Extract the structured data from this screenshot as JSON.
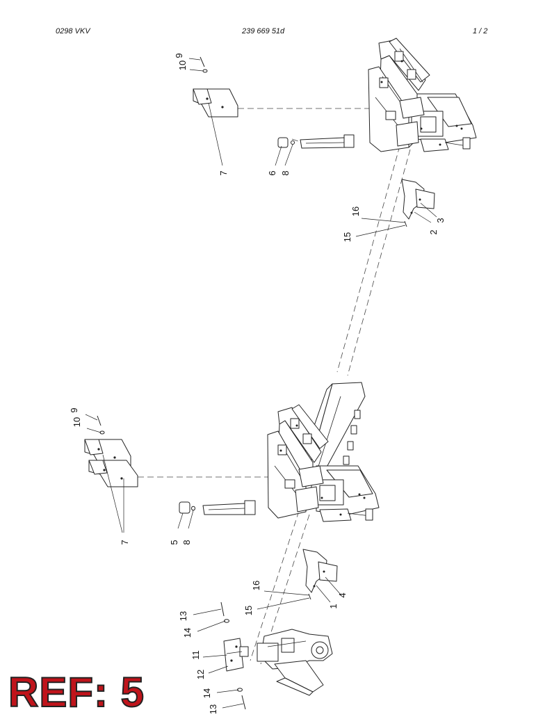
{
  "header": {
    "left": "0298  VKV",
    "center": "239 669 51d",
    "right": "1 / 2"
  },
  "callouts": {
    "upper": {
      "n9": "9",
      "n10": "10",
      "n7": "7",
      "n6": "6",
      "n8": "8",
      "n16": "16",
      "n15": "15",
      "n2": "2",
      "n3": "3"
    },
    "lower": {
      "n9": "9",
      "n10": "10",
      "n7": "7",
      "n5": "5",
      "n8": "8",
      "n16": "16",
      "n15": "15",
      "n1": "1",
      "n4": "4",
      "n13a": "13",
      "n14a": "14",
      "n11": "11",
      "n12": "12",
      "n14b": "14",
      "n13b": "13"
    }
  },
  "ref_label": "REF: 5",
  "colors": {
    "ref_fill": "#c0141b",
    "line": "#222222",
    "background": "#ffffff"
  }
}
